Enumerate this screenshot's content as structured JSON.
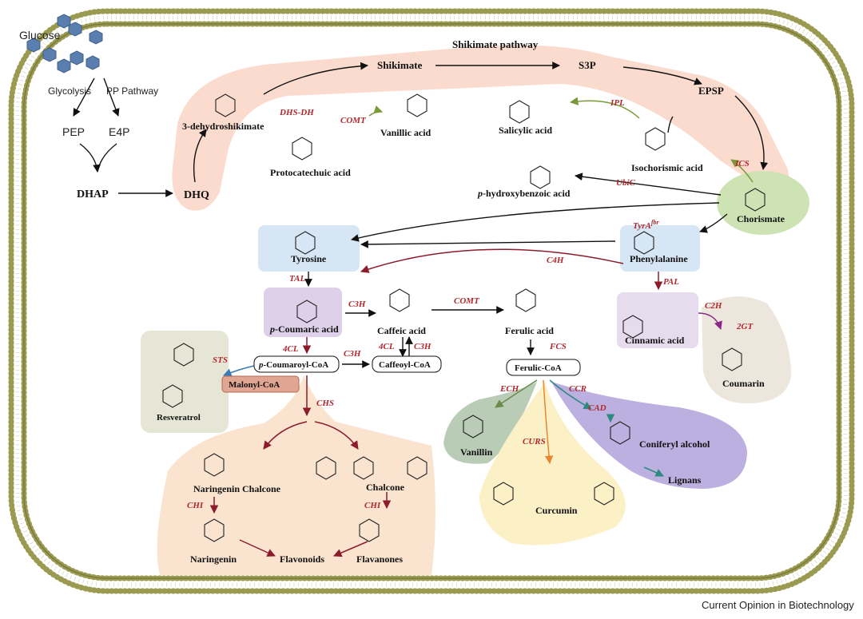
{
  "pathway_title": "Shikimate pathway",
  "glycolysis": {
    "glucose": "Glucose",
    "glycolysis": "Glycolysis",
    "pp_pathway": "PP Pathway",
    "pep": "PEP",
    "e4p": "E4P",
    "dhap": "DHAP",
    "dhq": "DHQ"
  },
  "shikimate": {
    "dehydroshikimate": "3-dehydroshikimate",
    "shikimate": "Shikimate",
    "s3p": "S3P",
    "epsp": "EPSP",
    "protocatechuic": "Protocatechuic acid",
    "vanillic": "Vanillic acid",
    "salicylic": "Salicylic acid",
    "isochorismic": "Isochorismic acid",
    "hydroxybenzoic_prefix": "p",
    "hydroxybenzoic": "-hydroxybenzoic acid",
    "chorismate": "Chorismate"
  },
  "aromatic": {
    "tyrosine": "Tyrosine",
    "phenylalanine": "Phenylalanine",
    "coumaric_prefix": "p",
    "coumaric": "-Coumaric acid",
    "caffeic": "Caffeic acid",
    "ferulic": "Ferulic acid",
    "cinnamic": "Cinnamic acid",
    "coumarin": "Coumarin"
  },
  "coa": {
    "coumaroyl_prefix": "p",
    "coumaroyl": "-Coumaroyl-CoA",
    "caffeoyl": "Caffeoyl-CoA",
    "feruloyl": "Ferulic-CoA",
    "malonyl": "Malonyl-CoA"
  },
  "products": {
    "resveratrol": "Resveratrol",
    "naringenin_chalcone": "Naringenin Chalcone",
    "chalcone": "Chalcone",
    "naringenin": "Naringenin",
    "flavonoids": "Flavonoids",
    "flavanones": "Flavanones",
    "vanillin": "Vanillin",
    "curcumin": "Curcumin",
    "coniferyl": "Coniferyl alcohol",
    "lignans": "Lignans"
  },
  "enzymes": {
    "dhs_dh": "DHS-DH",
    "comt1": "COMT",
    "ipl": "IPL",
    "ics": "ICS",
    "ubic": "UbiC",
    "tyra": "TyrA",
    "tyra_sup": "fbr",
    "c4h": "C4H",
    "tal": "TAL",
    "pal": "PAL",
    "c3h_a": "C3H",
    "comt2": "COMT",
    "c2h": "C2H",
    "gt2": "2GT",
    "cl4_a": "4CL",
    "c3h_b": "C3H",
    "cl4_b": "4CL",
    "c3h_c": "C3H",
    "fcs": "FCS",
    "sts": "STS",
    "chs": "CHS",
    "chi_a": "CHI",
    "chi_b": "CHI",
    "ech": "ECH",
    "ccr": "CCR",
    "cad": "CAD",
    "curs": "CURS"
  },
  "credit": "Current Opinion in Biotechnology",
  "colors": {
    "membrane_head": "#9a9a50",
    "shikimate_band": "#f9d7c9",
    "chorismate_bg": "#cde3b4",
    "amino_bg": "#d6e6f4",
    "coumaric_bg": "#ddd0e8",
    "cinnamic_bg": "#e6dced",
    "coumarin_bg": "#ede6dc",
    "resveratrol_bg": "#e6e6d6",
    "malonyl_bg": "#e0a691",
    "flavonoid_bg": "#fbe4cf",
    "vanillin_bg": "#b8ccb6",
    "curcumin_bg": "#fcf0c6",
    "lignan_bg": "#bbb0e0",
    "enzyme_red": "#b0282e",
    "pathway_red": "#8c1c2c",
    "green_arrow": "#7a9a3a",
    "purple_arrow": "#8a2a86",
    "orange_arrow": "#e8872e",
    "teal_arrow": "#2e8a80"
  }
}
